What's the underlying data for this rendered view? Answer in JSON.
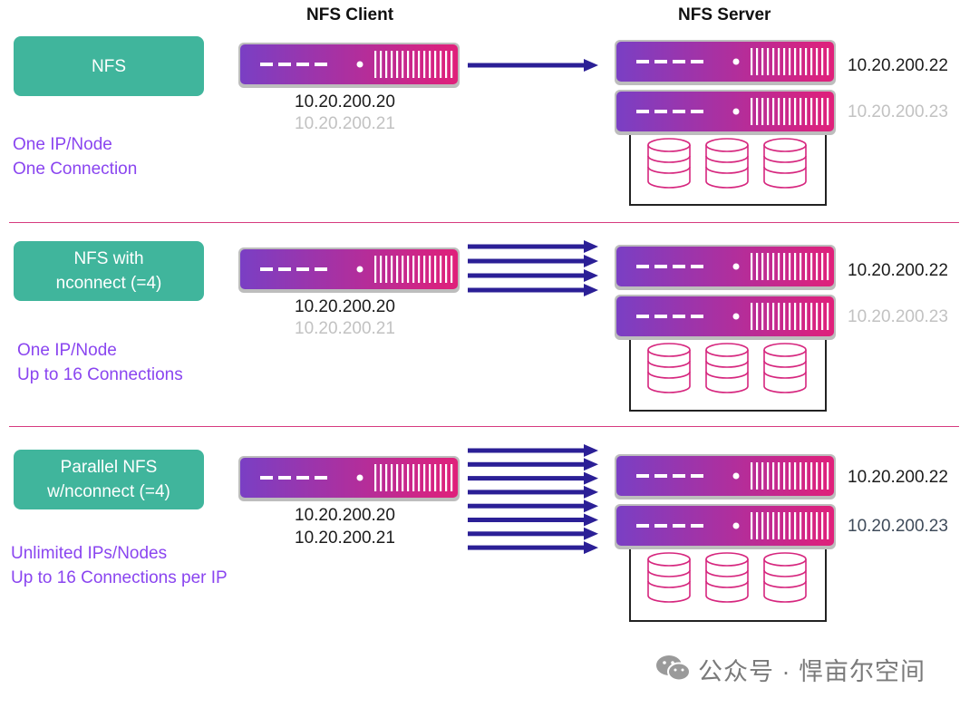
{
  "headers": {
    "client": "NFS Client",
    "server": "NFS Server"
  },
  "sections": [
    {
      "mode": [
        "NFS"
      ],
      "desc": [
        "One IP/Node",
        "One Connection"
      ],
      "client_ips": [
        "10.20.200.20",
        "10.20.200.21"
      ],
      "server_ips": [
        "10.20.200.22",
        "10.20.200.23"
      ],
      "arrows": 1
    },
    {
      "mode": [
        "NFS with",
        "nconnect (=4)"
      ],
      "desc": [
        "One IP/Node",
        "Up to 16 Connections"
      ],
      "client_ips": [
        "10.20.200.20",
        "10.20.200.21"
      ],
      "server_ips": [
        "10.20.200.22",
        "10.20.200.23"
      ],
      "arrows": 4
    },
    {
      "mode": [
        "Parallel NFS",
        "w/nconnect (=4)"
      ],
      "desc": [
        "Unlimited IPs/Nodes",
        "Up to 16 Connections per IP"
      ],
      "client_ips": [
        "10.20.200.20",
        "10.20.200.21"
      ],
      "server_ips": [
        "10.20.200.22",
        "10.20.200.23"
      ],
      "arrows": 8
    }
  ],
  "watermark": "公众号 · 悍亩尔空间",
  "colors": {
    "mode_box": "#40b59c",
    "desc_text": "#8a45f0",
    "separator": "#d63a7f",
    "arrow": "#2b1f96",
    "server_gradient_start": "#7a3fc4",
    "server_gradient_end": "#e0207a",
    "disk": "#d6267e",
    "inactive_ip": "#c2c2c2"
  },
  "icons": [
    "server-icon",
    "disk-icon",
    "arrow-icon",
    "wechat-icon"
  ]
}
